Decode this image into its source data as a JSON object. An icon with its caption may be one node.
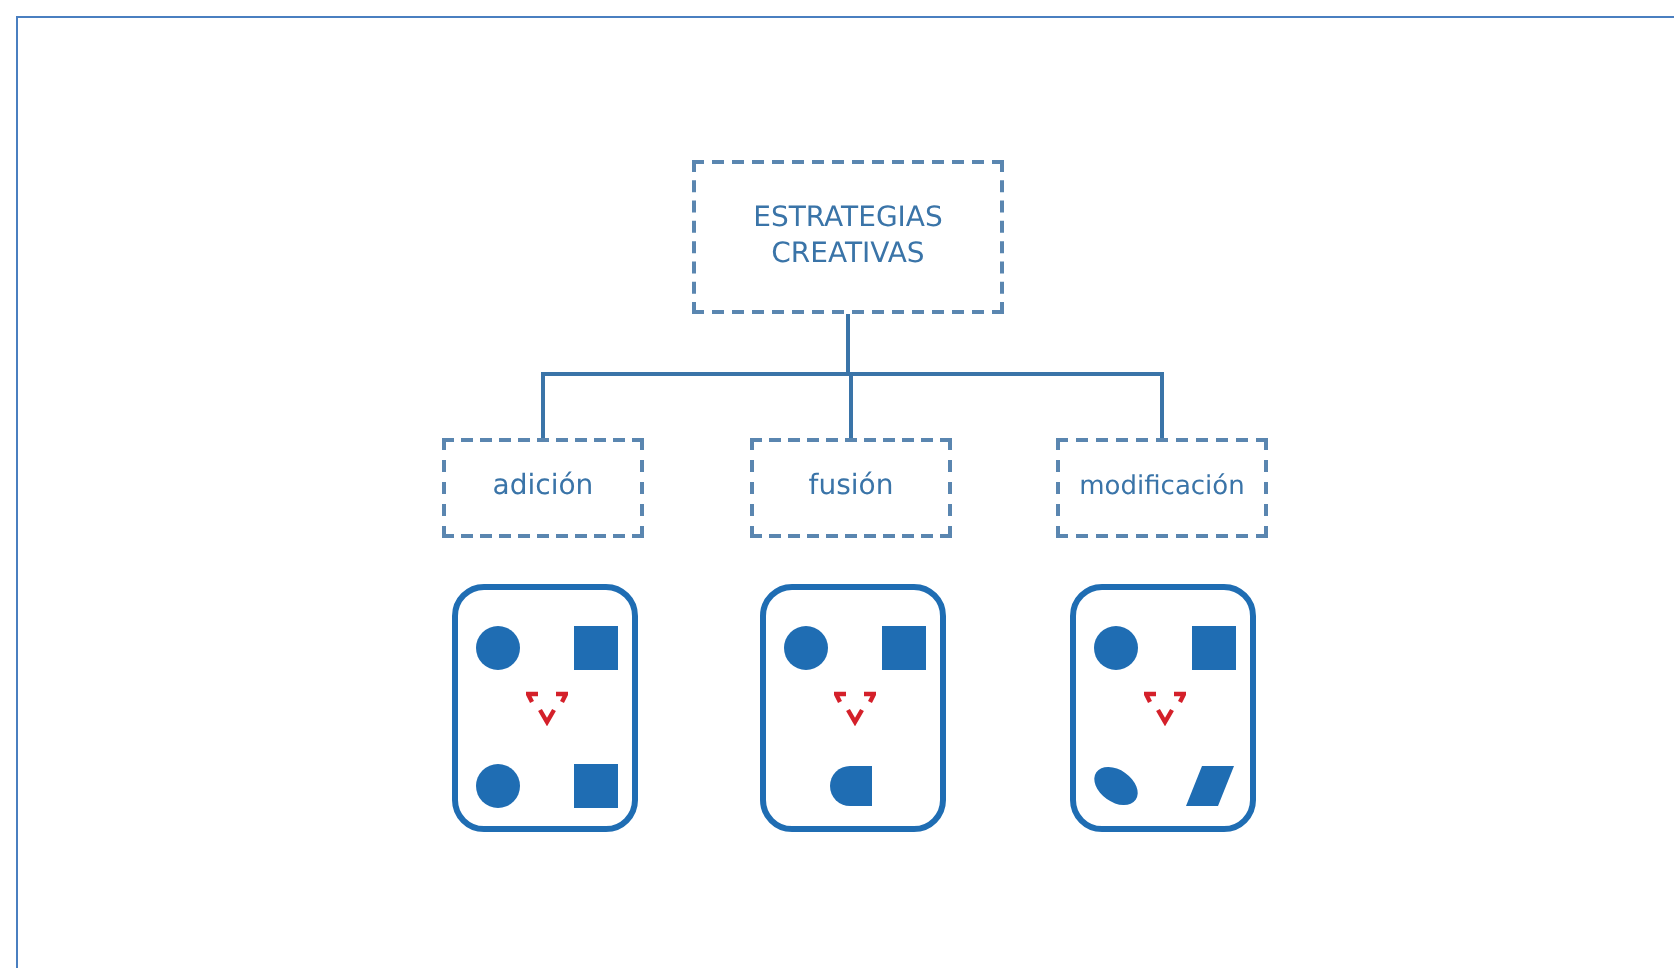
{
  "diagram": {
    "nodes": [
      {
        "text": [
          "ESTRATEGIAS CREATIVAS"
        ]
      },
      {
        "text": [
          "adición"
        ]
      },
      {
        "text": [
          "fusión"
        ]
      },
      {
        "text": [
          "modificación"
        ]
      },
      {
        "text": [],
        "shape": "box"
      },
      {
        "text": [],
        "shape": "box"
      },
      {
        "text": [],
        "shape": "box"
      }
    ],
    "edges": [
      {
        "from": 0,
        "to": 1,
        "arrow": "none"
      },
      {
        "from": 0,
        "to": 2,
        "arrow": "none"
      },
      {
        "from": 0,
        "to": 3,
        "arrow": "none"
      }
    ]
  }
}
